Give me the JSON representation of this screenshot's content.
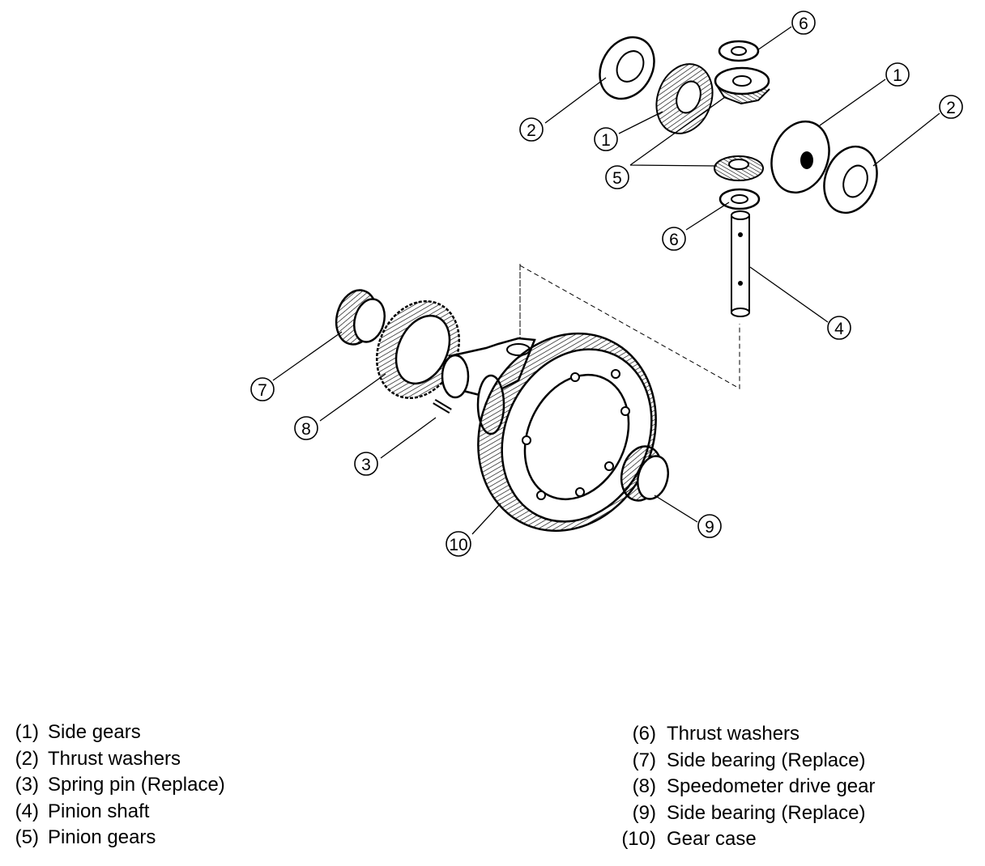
{
  "callouts": [
    {
      "id": "c6a",
      "text": "6"
    },
    {
      "id": "c2a",
      "text": "2"
    },
    {
      "id": "c1a",
      "text": "1"
    },
    {
      "id": "c1b",
      "text": "1"
    },
    {
      "id": "c2b",
      "text": "2"
    },
    {
      "id": "c5",
      "text": "5"
    },
    {
      "id": "c6b",
      "text": "6"
    },
    {
      "id": "c4",
      "text": "4"
    },
    {
      "id": "c7",
      "text": "7"
    },
    {
      "id": "c8",
      "text": "8"
    },
    {
      "id": "c3",
      "text": "3"
    },
    {
      "id": "c10",
      "text": "10"
    },
    {
      "id": "c9",
      "text": "9"
    }
  ],
  "legend": {
    "left": [
      {
        "num": "(1)",
        "label": "Side gears"
      },
      {
        "num": "(2)",
        "label": "Thrust washers"
      },
      {
        "num": "(3)",
        "label": "Spring pin (Replace)"
      },
      {
        "num": "(4)",
        "label": "Pinion shaft"
      },
      {
        "num": "(5)",
        "label": "Pinion gears"
      }
    ],
    "right": [
      {
        "num": "(6)",
        "label": "Thrust washers"
      },
      {
        "num": "(7)",
        "label": "Side bearing (Replace)"
      },
      {
        "num": "(8)",
        "label": "Speedometer drive gear"
      },
      {
        "num": "(9)",
        "label": "Side bearing (Replace)"
      },
      {
        "num": "(10)",
        "label": "Gear case"
      }
    ]
  }
}
